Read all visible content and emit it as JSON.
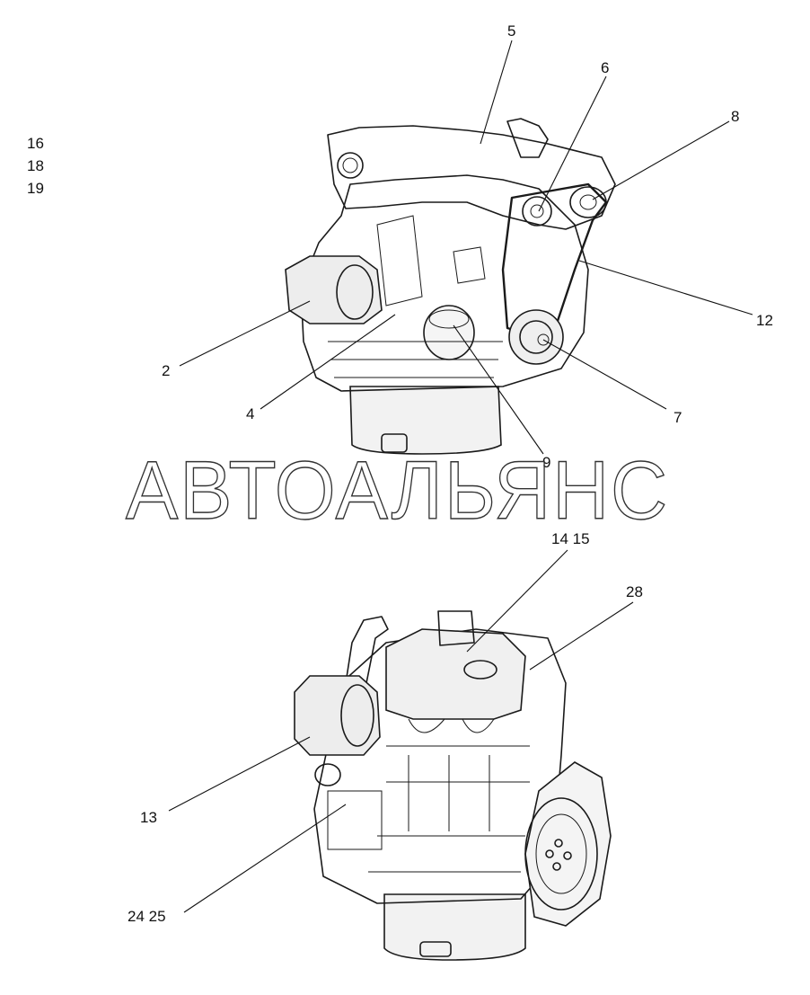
{
  "side_labels": [
    "16",
    "18",
    "19"
  ],
  "callouts": {
    "c2": "2",
    "c4": "4",
    "c5": "5",
    "c6": "6",
    "c7": "7",
    "c8": "8",
    "c9": "9",
    "c12": "12",
    "c13": "13",
    "c14_15": "14 15",
    "c24_25": "24 25",
    "c28": "28"
  },
  "watermark": "АВТОАЛЬЯНС"
}
